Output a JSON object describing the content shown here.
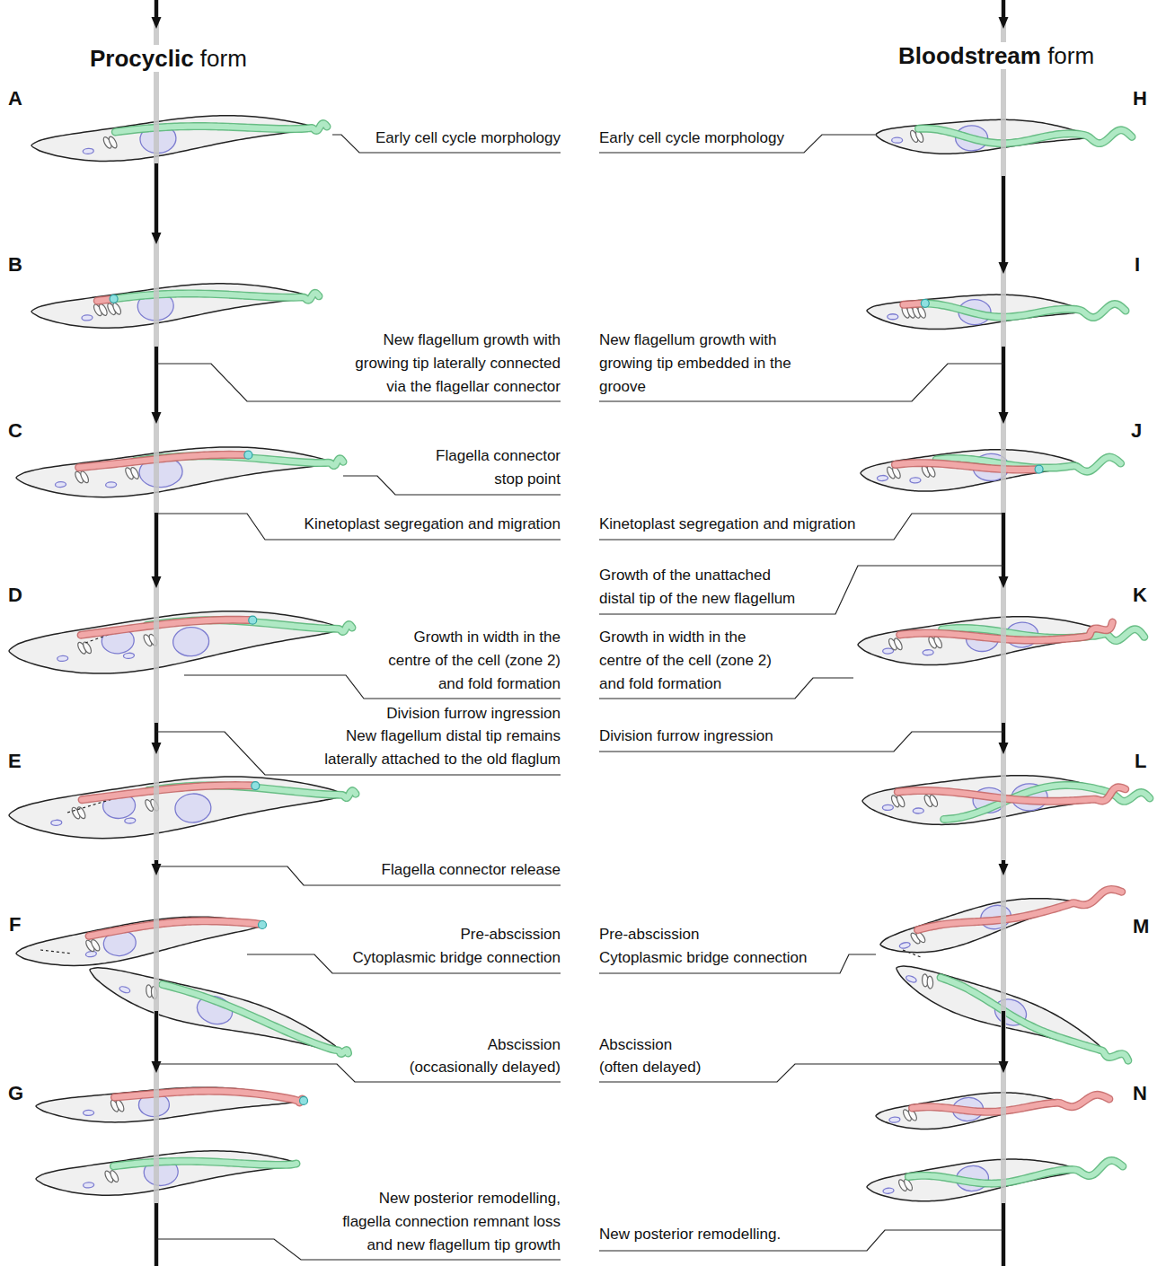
{
  "diagram": {
    "labels": [
      "Procyclic form",
      "Bloodstream form",
      "A",
      "Early cell cycle morphology",
      "Early cell cycle morphology",
      "H",
      "B",
      "I",
      "New flagellum growth with growing tip laterally connected via the flagellar connector",
      "New flagellum growth with growing tip embedded in the groove",
      "C",
      "Flagella connector stop point",
      "J",
      "Kinetoplast segregation and migration",
      "Kinetoplast segregation and migration",
      "Growth of the unattached distal tip of the new flagellum",
      "D",
      "K",
      "Growth in width in the centre of the cell (zone 2) and fold formation",
      "Growth in width in the centre of the cell (zone 2) and fold formation",
      "Division furrow ingression",
      "New flagellum distal tip remains laterally attached to the old flaglum",
      "Division furrow ingression",
      "E",
      "L",
      "Flagella connector release",
      "F",
      "M",
      "Pre-abscission",
      "Cytoplasmic bridge connection",
      "Pre-abscission",
      "Cytoplasmic bridge connection",
      "Abscission",
      "(occasionally delayed)",
      "Abscission",
      "(often delayed)",
      "G",
      "N",
      "New posterior remodelling, flagella connection remnant loss and new flagellum tip growth",
      "New posterior remodelling."
    ]
  }
}
